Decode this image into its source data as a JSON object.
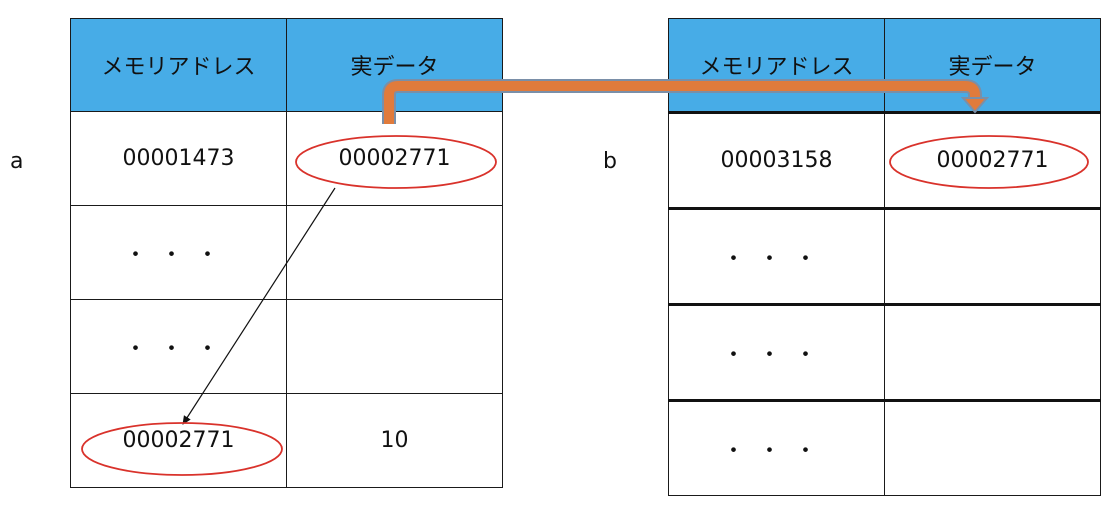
{
  "labels": {
    "var_a": "a",
    "var_b": "b"
  },
  "table_a": {
    "headers": [
      "メモリアドレス",
      "実データ"
    ],
    "rows": [
      [
        "00001473",
        "00002771"
      ],
      [
        "・・・",
        ""
      ],
      [
        "・・・",
        ""
      ],
      [
        "00002771",
        "10"
      ]
    ]
  },
  "table_b": {
    "headers": [
      "メモリアドレス",
      "実データ"
    ],
    "rows": [
      [
        "00003158",
        "00002771"
      ],
      [
        "・・・",
        ""
      ],
      [
        "・・・",
        ""
      ],
      [
        "・・・",
        ""
      ]
    ]
  },
  "colors": {
    "header_bg": "#47ace7",
    "highlight_ellipse": "#d9322b",
    "copy_arrow": "#e07b3c",
    "copy_arrow_outline": "#7a8fa8"
  }
}
